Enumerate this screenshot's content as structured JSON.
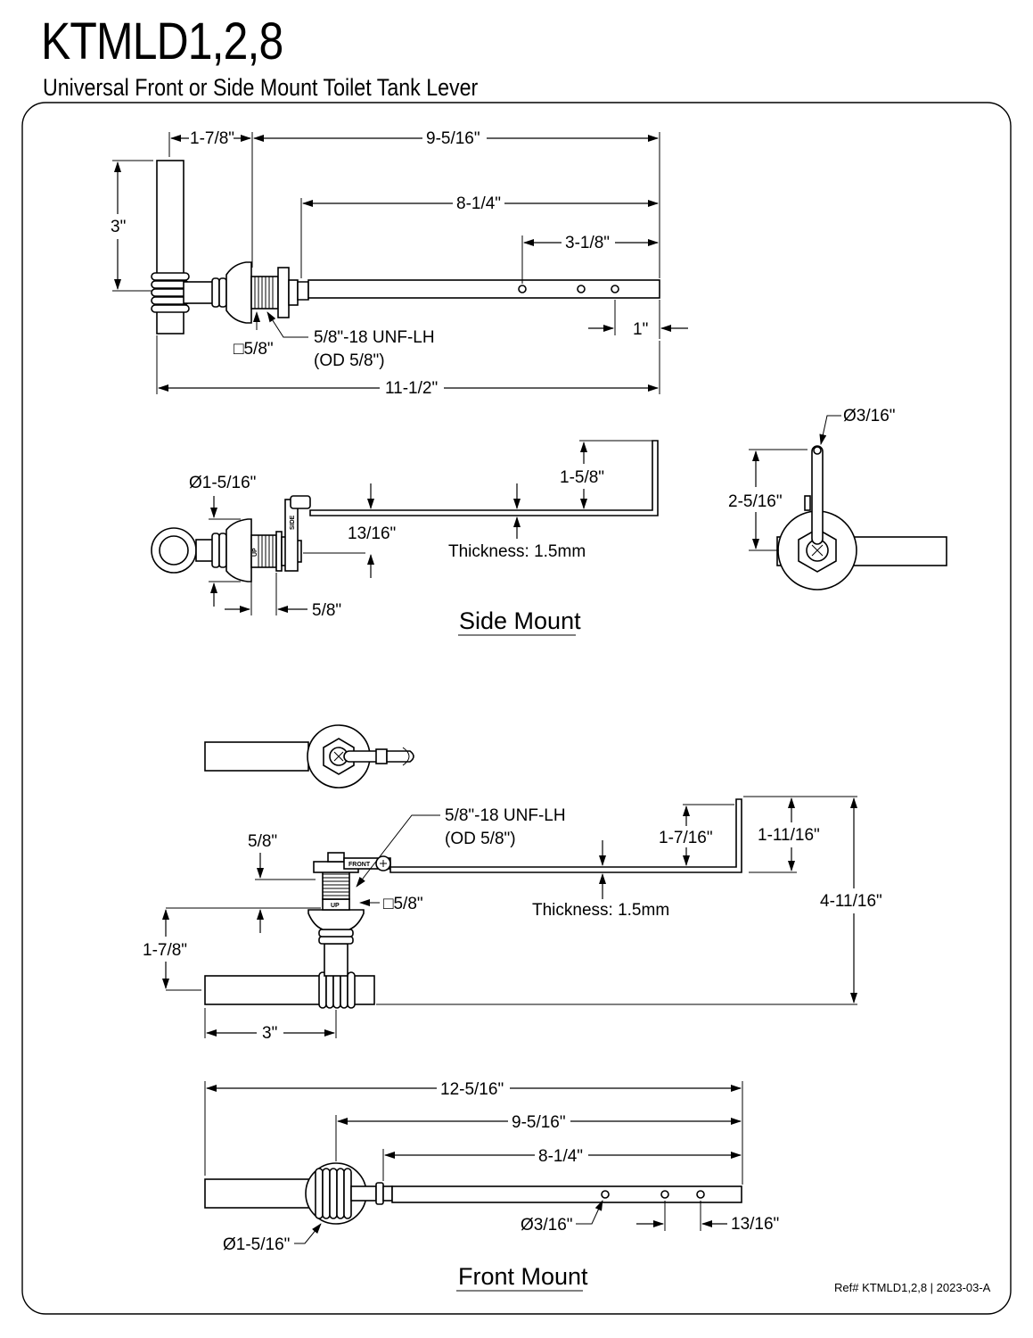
{
  "header": {
    "title": "KTMLD1,2,8",
    "subtitle": "Universal Front or Side Mount Toilet Tank Lever"
  },
  "footer": {
    "ref": "Ref# KTMLD1,2,8 | 2023-03-A"
  },
  "views": {
    "top": {
      "dim_flange": "1-7/8\"",
      "dim_total_arm": "9-5/16\"",
      "dim_arm": "8-1/4\"",
      "dim_holes": "3-1/8\"",
      "dim_handle_height": "3\"",
      "dim_hole_end": "1\"",
      "dim_square": "□5/8\"",
      "thread_line1": "5/8\"-18 UNF-LH",
      "thread_line2": "(OD 5/8\")",
      "dim_overall": "11-1/2\""
    },
    "side": {
      "title": "Side Mount",
      "dim_diameter": "Ø1-5/16\"",
      "dim_bend": "1-5/8\"",
      "dim_offset": "13/16\"",
      "thickness": "Thickness: 1.5mm",
      "dim_nut": "5/8\"",
      "mark_side": "SIDE",
      "mark_up": "UP"
    },
    "end": {
      "dim_hole": "Ø3/16\"",
      "dim_height": "2-5/16\""
    },
    "front": {
      "title": "Front Mount",
      "thread_line1": "5/8\"-18 UNF-LH",
      "thread_line2": "(OD 5/8\")",
      "dim_nut": "5/8\"",
      "dim_bend1": "1-7/16\"",
      "dim_bend2": "1-11/16\"",
      "dim_total_height": "4-11/16\"",
      "dim_square": "□5/8\"",
      "thickness": "Thickness: 1.5mm",
      "dim_stem": "1-7/8\"",
      "dim_handle": "3\"",
      "mark_front": "FRONT",
      "mark_up": "UP"
    },
    "bottom": {
      "dim_overall": "12-5/16\"",
      "dim_arm_total": "9-5/16\"",
      "dim_arm": "8-1/4\"",
      "dim_hole": "Ø3/16\"",
      "dim_hole_end": "13/16\"",
      "dim_diameter": "Ø1-5/16\""
    }
  }
}
